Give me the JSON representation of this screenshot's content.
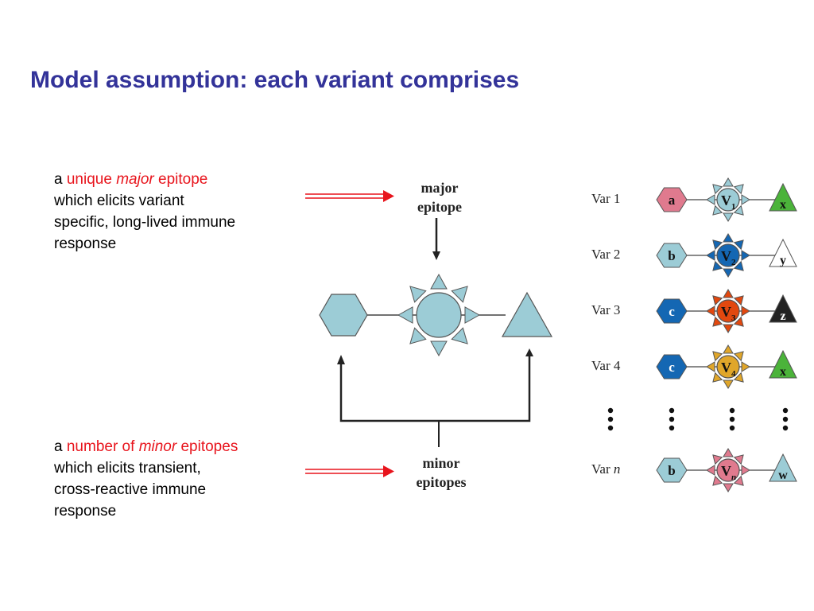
{
  "title": "Model assumption: each variant comprises",
  "top_text": {
    "a": "a",
    "unique": "unique",
    "major": "major",
    "epitope": "epitope",
    "line2": "which elicits variant",
    "line3": "specific, long-lived immune",
    "line4": "response"
  },
  "bottom_text": {
    "a": "a",
    "number_of": "number of",
    "minor": "minor",
    "epitopes": "epitopes",
    "line2": "which elicits transient,",
    "line3": "cross-reactive immune",
    "line4": "response"
  },
  "diagram": {
    "major_label_1": "major",
    "major_label_2": "epitope",
    "minor_label_1": "minor",
    "minor_label_2": "epitopes"
  },
  "colors": {
    "title": "#333399",
    "highlight": "#e8141c",
    "shape_fill": "#9cccd6",
    "outline": "#555555"
  },
  "variants": [
    {
      "label": "Var 1",
      "left": "a",
      "left_color": "#e07a8e",
      "v_base": "V",
      "v_sub": "1",
      "v_color": "#9cccd6",
      "right": "x",
      "right_color": "#4bb33a",
      "right_text_color": "#111111"
    },
    {
      "label": "Var 2",
      "left": "b",
      "left_color": "#9cccd6",
      "v_base": "V",
      "v_sub": "2",
      "v_color": "#1467b3",
      "right": "y",
      "right_color": "#ffffff",
      "right_text_color": "#111111"
    },
    {
      "label": "Var 3",
      "left": "c",
      "left_color": "#1467b3",
      "v_base": "V",
      "v_sub": "3",
      "v_color": "#e2480f",
      "right": "z",
      "right_color": "#222222",
      "right_text_color": "#ffffff"
    },
    {
      "label": "Var 4",
      "left": "c",
      "left_color": "#1467b3",
      "v_base": "V",
      "v_sub": "4",
      "v_color": "#e0a62a",
      "right": "x",
      "right_color": "#4bb33a",
      "right_text_color": "#111111"
    },
    {
      "label": "Var",
      "label_n": "n",
      "left": "b",
      "left_color": "#9cccd6",
      "v_base": "V",
      "v_sub": "n",
      "v_color": "#e07a8e",
      "right": "w",
      "right_color": "#9cccd6",
      "right_text_color": "#111111"
    }
  ]
}
